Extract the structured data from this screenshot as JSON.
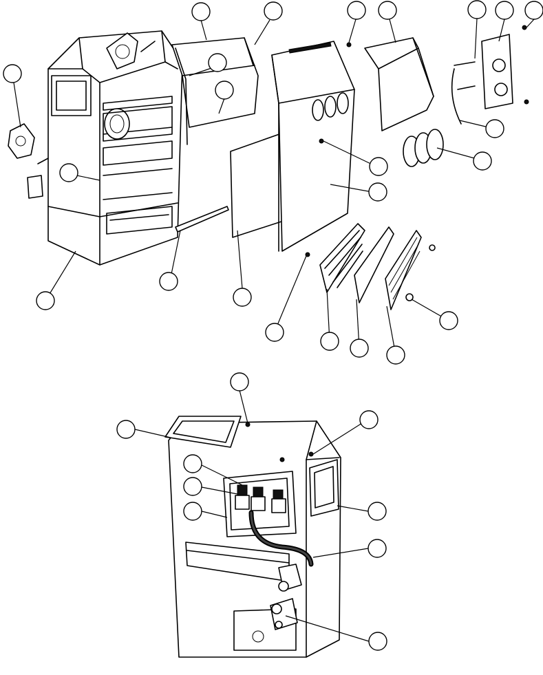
{
  "diagram": {
    "views": [
      {
        "name": "exploded-view"
      },
      {
        "name": "rear-panel-view"
      }
    ],
    "callout_count": 34,
    "callout_labels": []
  }
}
